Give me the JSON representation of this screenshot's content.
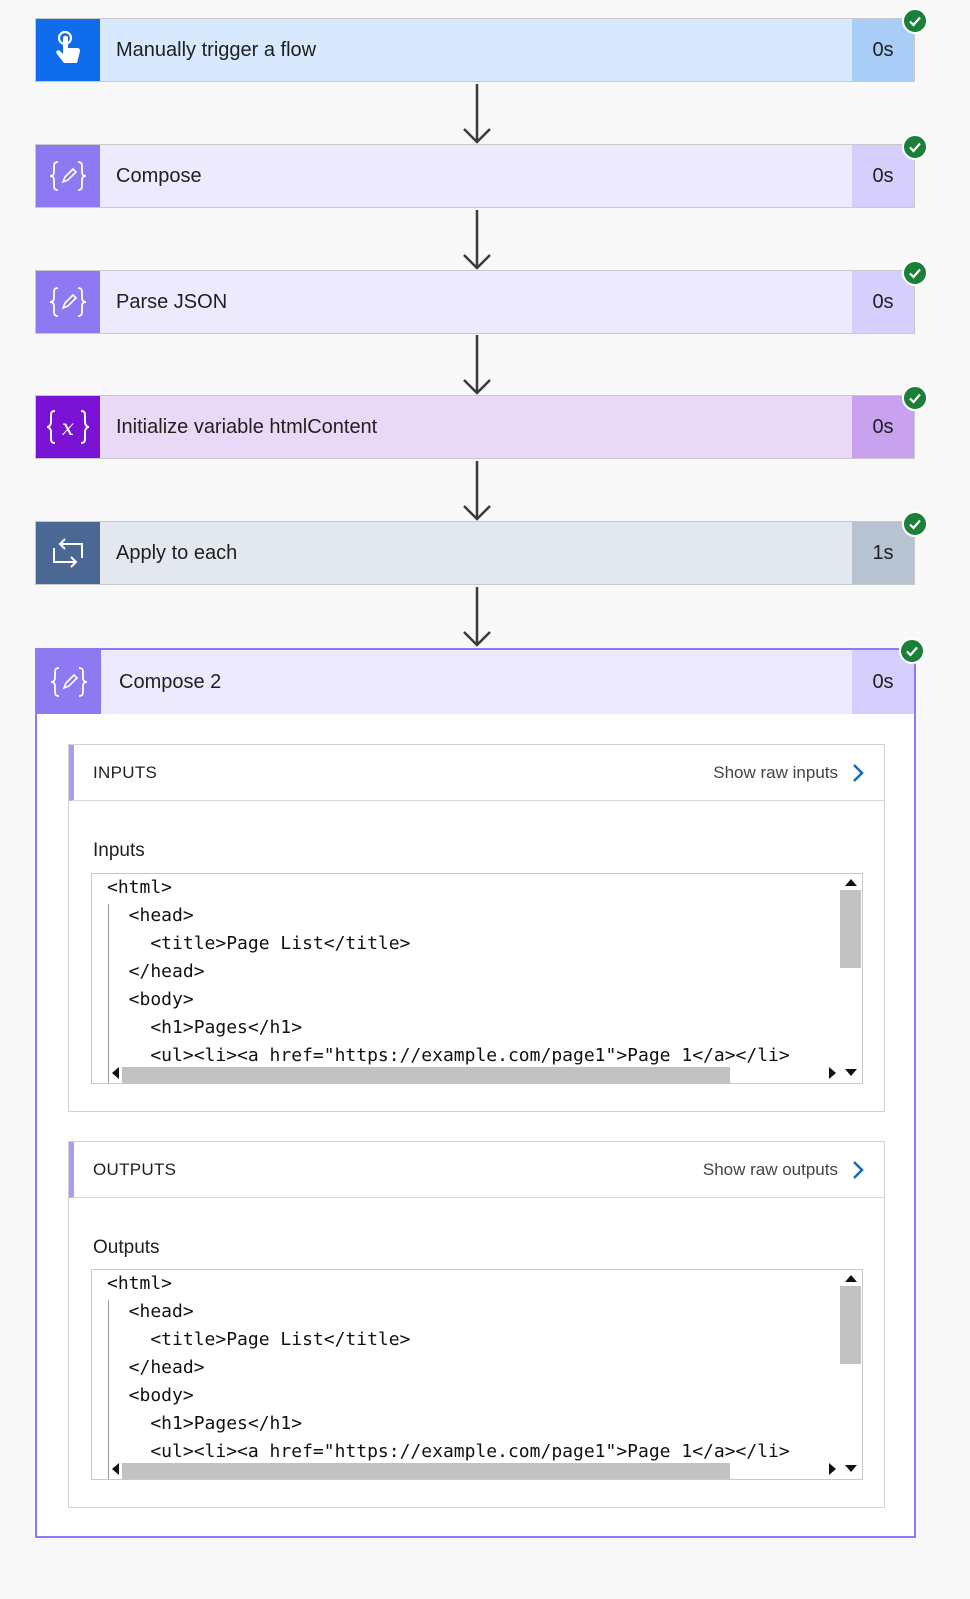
{
  "flow_steps": [
    {
      "title": "Manually trigger a flow",
      "duration": "0s",
      "icon": "hand-touch-icon",
      "icon_bg": "#0f6cea",
      "bg": "#d9e9fd",
      "dur_bg": "#a8cdf7"
    },
    {
      "title": "Compose",
      "duration": "0s",
      "icon": "compose-braces-icon",
      "icon_bg": "#8e79f2",
      "bg": "#eeeafd",
      "dur_bg": "#d6cffc"
    },
    {
      "title": "Parse JSON",
      "duration": "0s",
      "icon": "compose-braces-icon",
      "icon_bg": "#8e79f2",
      "bg": "#eeeafd",
      "dur_bg": "#d6cffc"
    },
    {
      "title": "Initialize variable htmlContent",
      "duration": "0s",
      "icon": "variable-x-icon",
      "icon_bg": "#7a12d4",
      "bg": "#ead9f6",
      "dur_bg": "#c9a2ef"
    },
    {
      "title": "Apply to each",
      "duration": "1s",
      "icon": "loop-icon",
      "icon_bg": "#4b6894",
      "bg": "#e3e7ee",
      "dur_bg": "#b8c3d1"
    }
  ],
  "expanded_step": {
    "title": "Compose 2",
    "duration": "0s",
    "inputs": {
      "section_title": "INPUTS",
      "raw_link": "Show raw inputs",
      "field_label": "Inputs",
      "code_lines": [
        "<html>",
        "  <head>",
        "    <title>Page List</title>",
        "  </head>",
        "  <body>",
        "    <h1>Pages</h1>",
        "    <ul><li><a href=\"https://example.com/page1\">Page 1</a></li>"
      ]
    },
    "outputs": {
      "section_title": "OUTPUTS",
      "raw_link": "Show raw outputs",
      "field_label": "Outputs",
      "code_lines": [
        "<html>",
        "  <head>",
        "    <title>Page List</title>",
        "  </head>",
        "  <body>",
        "    <h1>Pages</h1>",
        "    <ul><li><a href=\"https://example.com/page1\">Page 1</a></li>"
      ]
    }
  },
  "colors": {
    "success": "#1a7f37",
    "accent_border": "#8b7cf6",
    "link_chevron": "#0f6cbd"
  }
}
